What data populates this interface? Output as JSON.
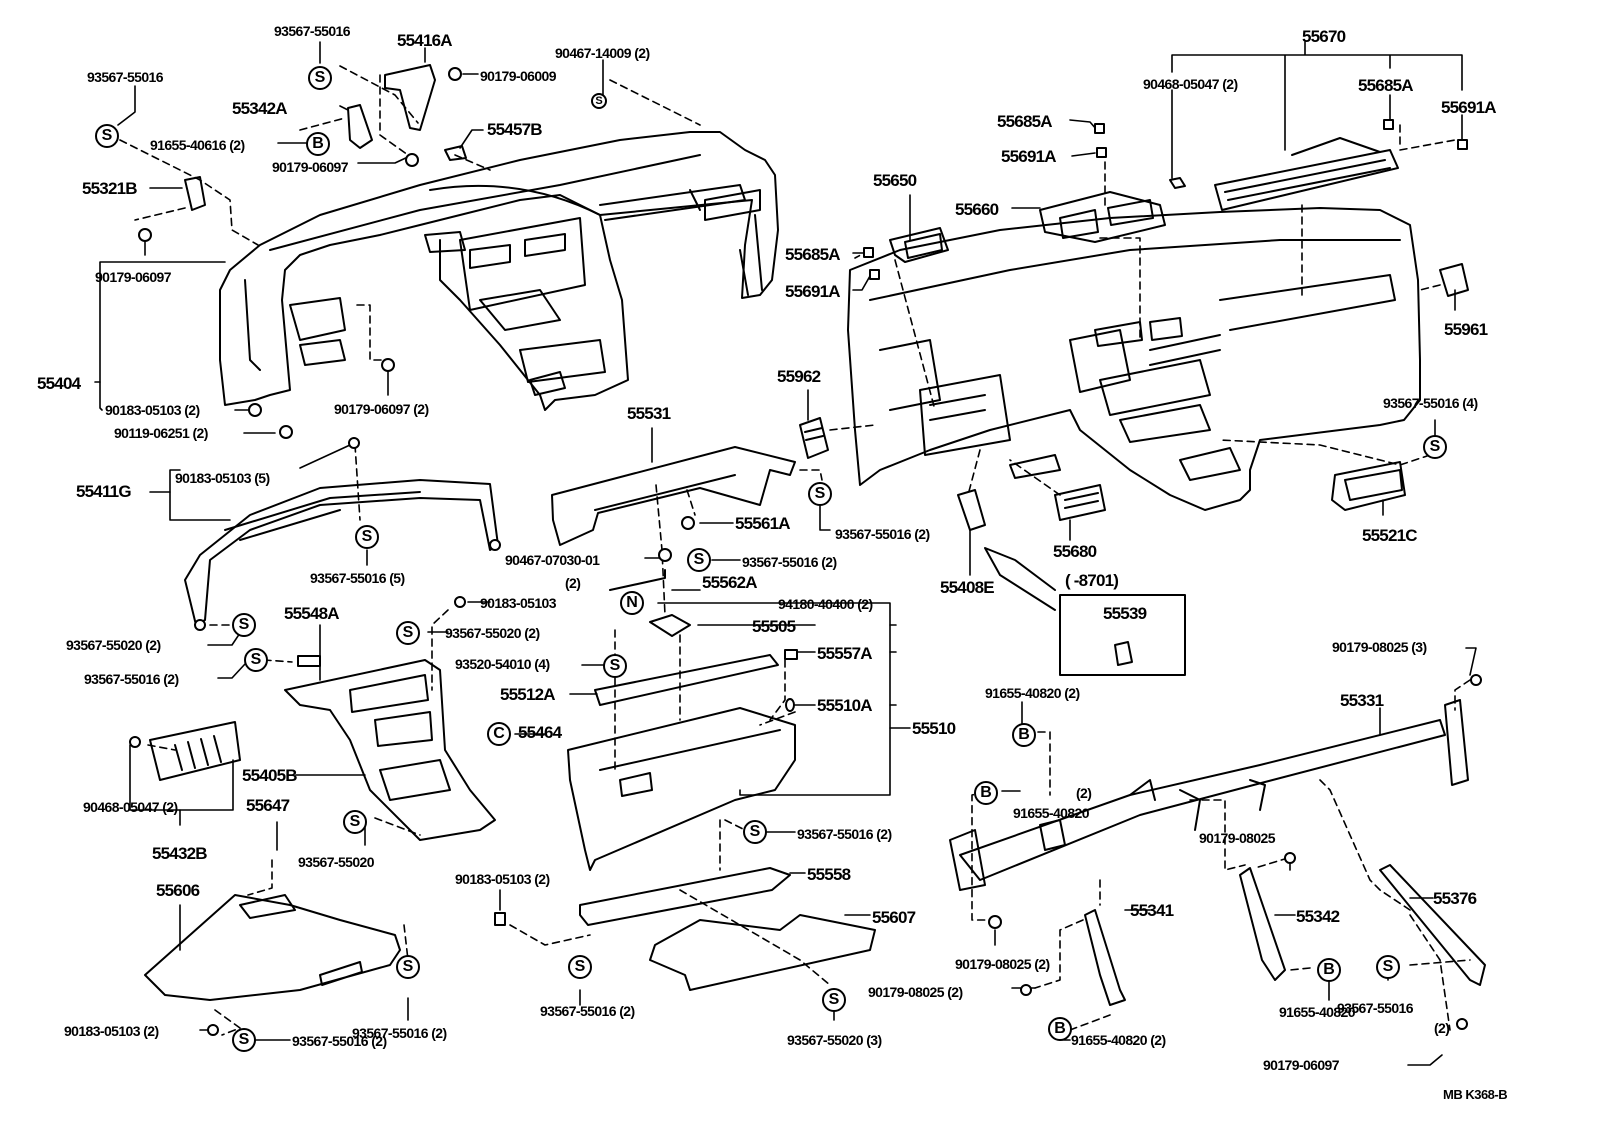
{
  "diagram": {
    "title": "Instrument Panel & Glove Compartment Parts Diagram",
    "catalog_code": "MB  K368-B",
    "date_range_note": "(     -8701)",
    "inset_part": "55539",
    "symbols": {
      "screw": "S",
      "bolt": "B",
      "nut": "N",
      "clip": "C"
    },
    "labels": [
      {
        "id": "l1",
        "text": "93567-55016"
      },
      {
        "id": "l2",
        "text": "55416A"
      },
      {
        "id": "l3",
        "text": "90179-06009"
      },
      {
        "id": "l4",
        "text": "90467-14009 (2)"
      },
      {
        "id": "l5",
        "text": "93567-55016"
      },
      {
        "id": "l6",
        "text": "55342A"
      },
      {
        "id": "l7",
        "text": "91655-40616 (2)"
      },
      {
        "id": "l8",
        "text": "90179-06097"
      },
      {
        "id": "l9",
        "text": "55457B"
      },
      {
        "id": "l10",
        "text": "55321B"
      },
      {
        "id": "l11",
        "text": "90179-06097"
      },
      {
        "id": "l12",
        "text": "55404"
      },
      {
        "id": "l13",
        "text": "90183-05103 (2)"
      },
      {
        "id": "l14",
        "text": "90119-06251 (2)"
      },
      {
        "id": "l15",
        "text": "90179-06097 (2)"
      },
      {
        "id": "l16",
        "text": "90183-05103 (5)"
      },
      {
        "id": "l17",
        "text": "55411G"
      },
      {
        "id": "l18",
        "text": "93567-55016 (5)"
      },
      {
        "id": "l19",
        "text": "93567-55020 (2)"
      },
      {
        "id": "l20",
        "text": "55548A"
      },
      {
        "id": "l21",
        "text": "93567-55016 (2)"
      },
      {
        "id": "l22",
        "text": "90183-05103"
      },
      {
        "id": "l23",
        "text": "93567-55020 (2)"
      },
      {
        "id": "l24",
        "text": "93520-54010 (4)"
      },
      {
        "id": "l25",
        "text": "55512A"
      },
      {
        "id": "l26",
        "text": "55464"
      },
      {
        "id": "l27",
        "text": "55405B"
      },
      {
        "id": "l28",
        "text": "90468-05047 (2)"
      },
      {
        "id": "l29",
        "text": "55432B"
      },
      {
        "id": "l30",
        "text": "55647"
      },
      {
        "id": "l31",
        "text": "93567-55020"
      },
      {
        "id": "l32",
        "text": "55606"
      },
      {
        "id": "l33",
        "text": "90183-05103 (2)"
      },
      {
        "id": "l34",
        "text": "93567-55016 (2)"
      },
      {
        "id": "l35",
        "text": "93567-55016 (2)"
      },
      {
        "id": "l36",
        "text": "55531"
      },
      {
        "id": "l37",
        "text": "55561A"
      },
      {
        "id": "l38",
        "text": "93567-55016 (2)"
      },
      {
        "id": "l39",
        "text": "90467-07030-01"
      },
      {
        "id": "l40",
        "text": "(2)"
      },
      {
        "id": "l41",
        "text": "93567-55016 (2)"
      },
      {
        "id": "l42",
        "text": "55562A"
      },
      {
        "id": "l43",
        "text": "94180-40400 (2)"
      },
      {
        "id": "l44",
        "text": "55505"
      },
      {
        "id": "l45",
        "text": "55557A"
      },
      {
        "id": "l46",
        "text": "55510A"
      },
      {
        "id": "l47",
        "text": "55510"
      },
      {
        "id": "l48",
        "text": "93567-55016 (2)"
      },
      {
        "id": "l49",
        "text": "55558"
      },
      {
        "id": "l50",
        "text": "90183-05103 (2)"
      },
      {
        "id": "l51",
        "text": "55607"
      },
      {
        "id": "l52",
        "text": "93567-55016 (2)"
      },
      {
        "id": "l53",
        "text": "93567-55020 (3)"
      },
      {
        "id": "l54",
        "text": "55650"
      },
      {
        "id": "l55",
        "text": "55685A"
      },
      {
        "id": "l56",
        "text": "55691A"
      },
      {
        "id": "l57",
        "text": "55685A"
      },
      {
        "id": "l58",
        "text": "55691A"
      },
      {
        "id": "l59",
        "text": "55660"
      },
      {
        "id": "l60",
        "text": "55670"
      },
      {
        "id": "l61",
        "text": "90468-05047 (2)"
      },
      {
        "id": "l62",
        "text": "55685A"
      },
      {
        "id": "l63",
        "text": "55691A"
      },
      {
        "id": "l64",
        "text": "55961"
      },
      {
        "id": "l65",
        "text": "55962"
      },
      {
        "id": "l66",
        "text": "93567-55016 (4)"
      },
      {
        "id": "l67",
        "text": "55521C"
      },
      {
        "id": "l68",
        "text": "55680"
      },
      {
        "id": "l69",
        "text": "55408E"
      },
      {
        "id": "l70",
        "text": "90179-08025 (3)"
      },
      {
        "id": "l71",
        "text": "55331"
      },
      {
        "id": "l72",
        "text": "91655-40820 (2)"
      },
      {
        "id": "l73",
        "text": "(2)"
      },
      {
        "id": "l74",
        "text": "91655-40820"
      },
      {
        "id": "l75",
        "text": "90179-08025"
      },
      {
        "id": "l76",
        "text": "55342"
      },
      {
        "id": "l77",
        "text": "55376"
      },
      {
        "id": "l78",
        "text": "90179-08025 (2)"
      },
      {
        "id": "l79",
        "text": "55341"
      },
      {
        "id": "l80",
        "text": "90179-08025 (2)"
      },
      {
        "id": "l81",
        "text": "91655-40820 (2)"
      },
      {
        "id": "l82",
        "text": "91655-40820"
      },
      {
        "id": "l83",
        "text": "93567-55016"
      },
      {
        "id": "l84",
        "text": "(2)"
      },
      {
        "id": "l85",
        "text": "90179-06097"
      }
    ]
  }
}
